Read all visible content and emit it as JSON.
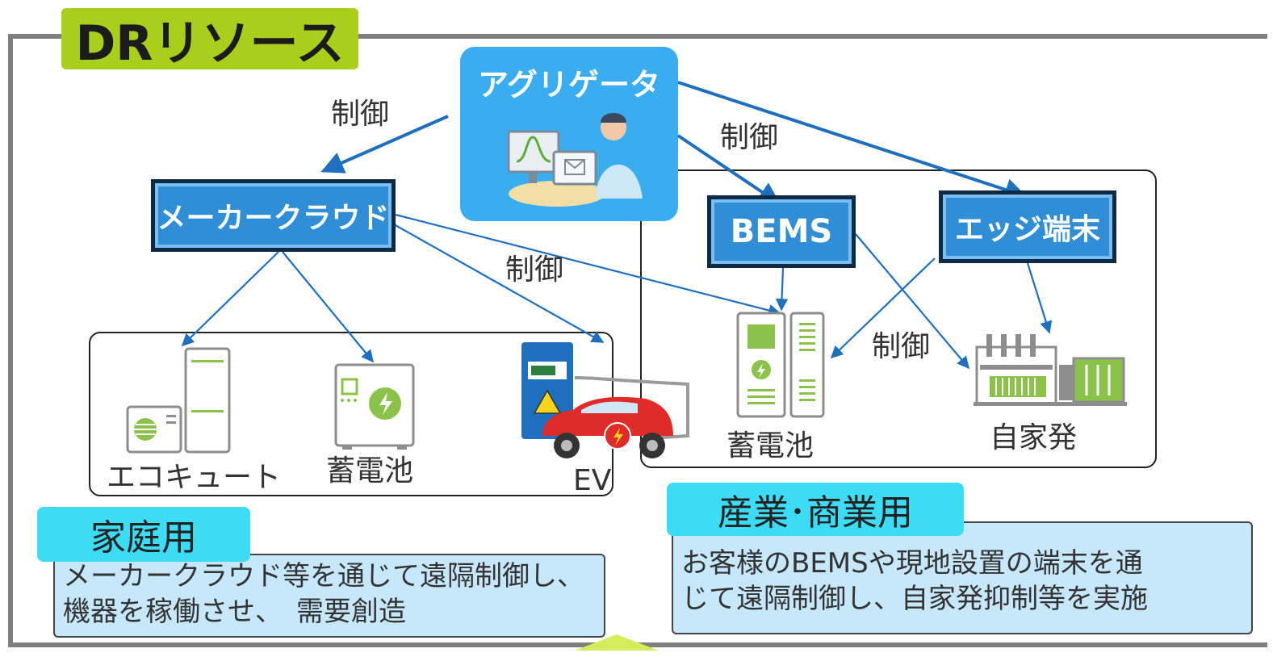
{
  "title": "DRリソース",
  "aggregator": {
    "label": "アグリゲータ"
  },
  "nodes": {
    "maker_cloud": "メーカークラウド",
    "bems": "BEMS",
    "edge": "エッジ端末"
  },
  "control_label": "制御",
  "home_devices": {
    "ecocute": "エコキュート",
    "battery": "蓄電池",
    "ev": "EV"
  },
  "industrial_devices": {
    "battery": "蓄電池",
    "generator": "自家発"
  },
  "home": {
    "tab": "家庭用",
    "desc_line1": "メーカークラウド等を通じて遠隔制御し、",
    "desc_line2": "機器を稼働させ、　需要創造"
  },
  "industrial": {
    "tab": "産業･商業用",
    "desc_line1": "お客様のBEMSや現地設置の端末を通",
    "desc_line2": "じて遠隔制御し、自家発抑制等を実施"
  },
  "colors": {
    "title_green": "#a8cf1c",
    "node_blue": "#2f8ed6",
    "aggregator_blue": "#3aacf0",
    "arrow_blue": "#1f6fbf",
    "device_green": "#8bc34a",
    "tab_cyan": "#3ddcf5",
    "desc_bg": "#c7e7fb"
  }
}
